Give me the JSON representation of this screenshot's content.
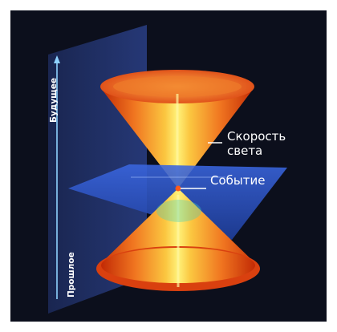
{
  "labels": {
    "future": "Будущее",
    "past": "Прошлое",
    "light_speed_line1": "Скорость",
    "light_speed_line2": "света",
    "event": "Событие"
  },
  "colors": {
    "background": "#0c0f1c",
    "plane": "#2e56c8",
    "cone_outer": "#d23a06",
    "cone_mid": "#f6a12a",
    "cone_core": "#fff07a",
    "axis": "#8fd2ff",
    "event_point": "#ff5a1a"
  }
}
